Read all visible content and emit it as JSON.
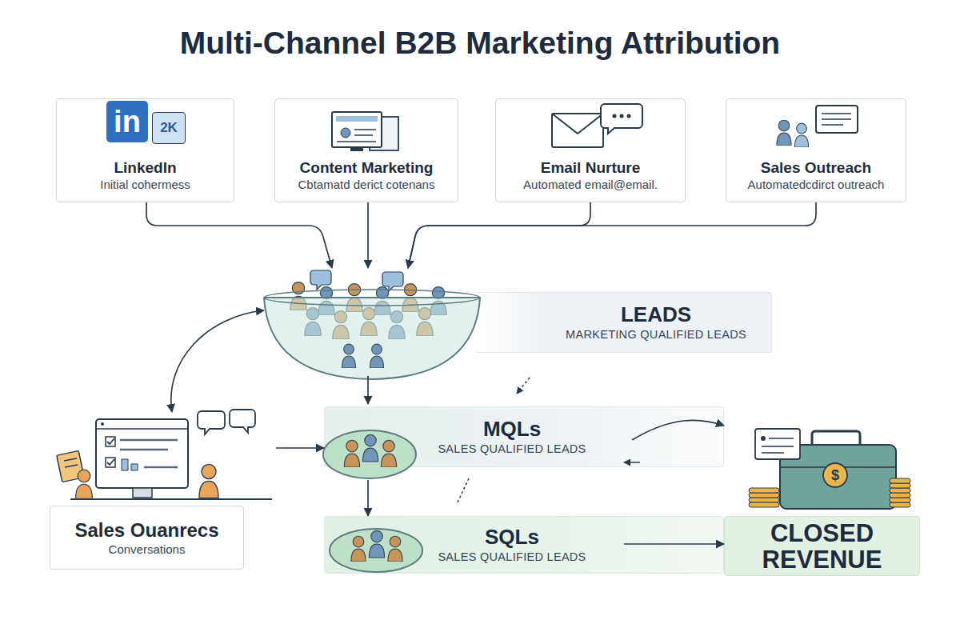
{
  "diagram": {
    "title": "Multi-Channel B2B Marketing Attribution",
    "nodes": [
      {
        "text": [
          "LinkedIn",
          "Initial cohermess"
        ]
      },
      {
        "text": [
          "Content Marketing",
          "Cbtamatd derict cotenans"
        ]
      },
      {
        "text": [
          "Email Nurture",
          "Automated email@email."
        ]
      },
      {
        "text": [
          "Sales Outreach",
          "Automatedcdirct outreach"
        ]
      },
      {
        "text": [
          "LEADS",
          "MARKETING QUALIFIED LEADS"
        ]
      },
      {
        "text": [
          "MQLs",
          "SALES QUALIFIED LEADS"
        ]
      },
      {
        "text": [
          "SQLs",
          "SALES QUALIFIED LEADS"
        ]
      },
      {
        "text": [
          "CLOSED REVENUE"
        ]
      },
      {
        "text": [
          "Sales Ouanrecs",
          "Conversations"
        ]
      }
    ],
    "edges": [
      {
        "from": 0,
        "to": 4,
        "arrow": "to"
      },
      {
        "from": 1,
        "to": 4,
        "arrow": "to"
      },
      {
        "from": 2,
        "to": 4,
        "arrow": "to"
      },
      {
        "from": 3,
        "to": 4,
        "arrow": "to"
      },
      {
        "from": 4,
        "to": 8,
        "arrow": "both"
      },
      {
        "from": 8,
        "to": 5,
        "arrow": "to"
      },
      {
        "from": 4,
        "to": 5,
        "arrow": "to"
      },
      {
        "from": 5,
        "to": 6,
        "arrow": "to"
      },
      {
        "from": 5,
        "to": 7,
        "arrow": "to"
      },
      {
        "from": 6,
        "to": 7,
        "arrow": "to"
      }
    ],
    "labels": [
      "in",
      "2K",
      "$"
    ]
  }
}
